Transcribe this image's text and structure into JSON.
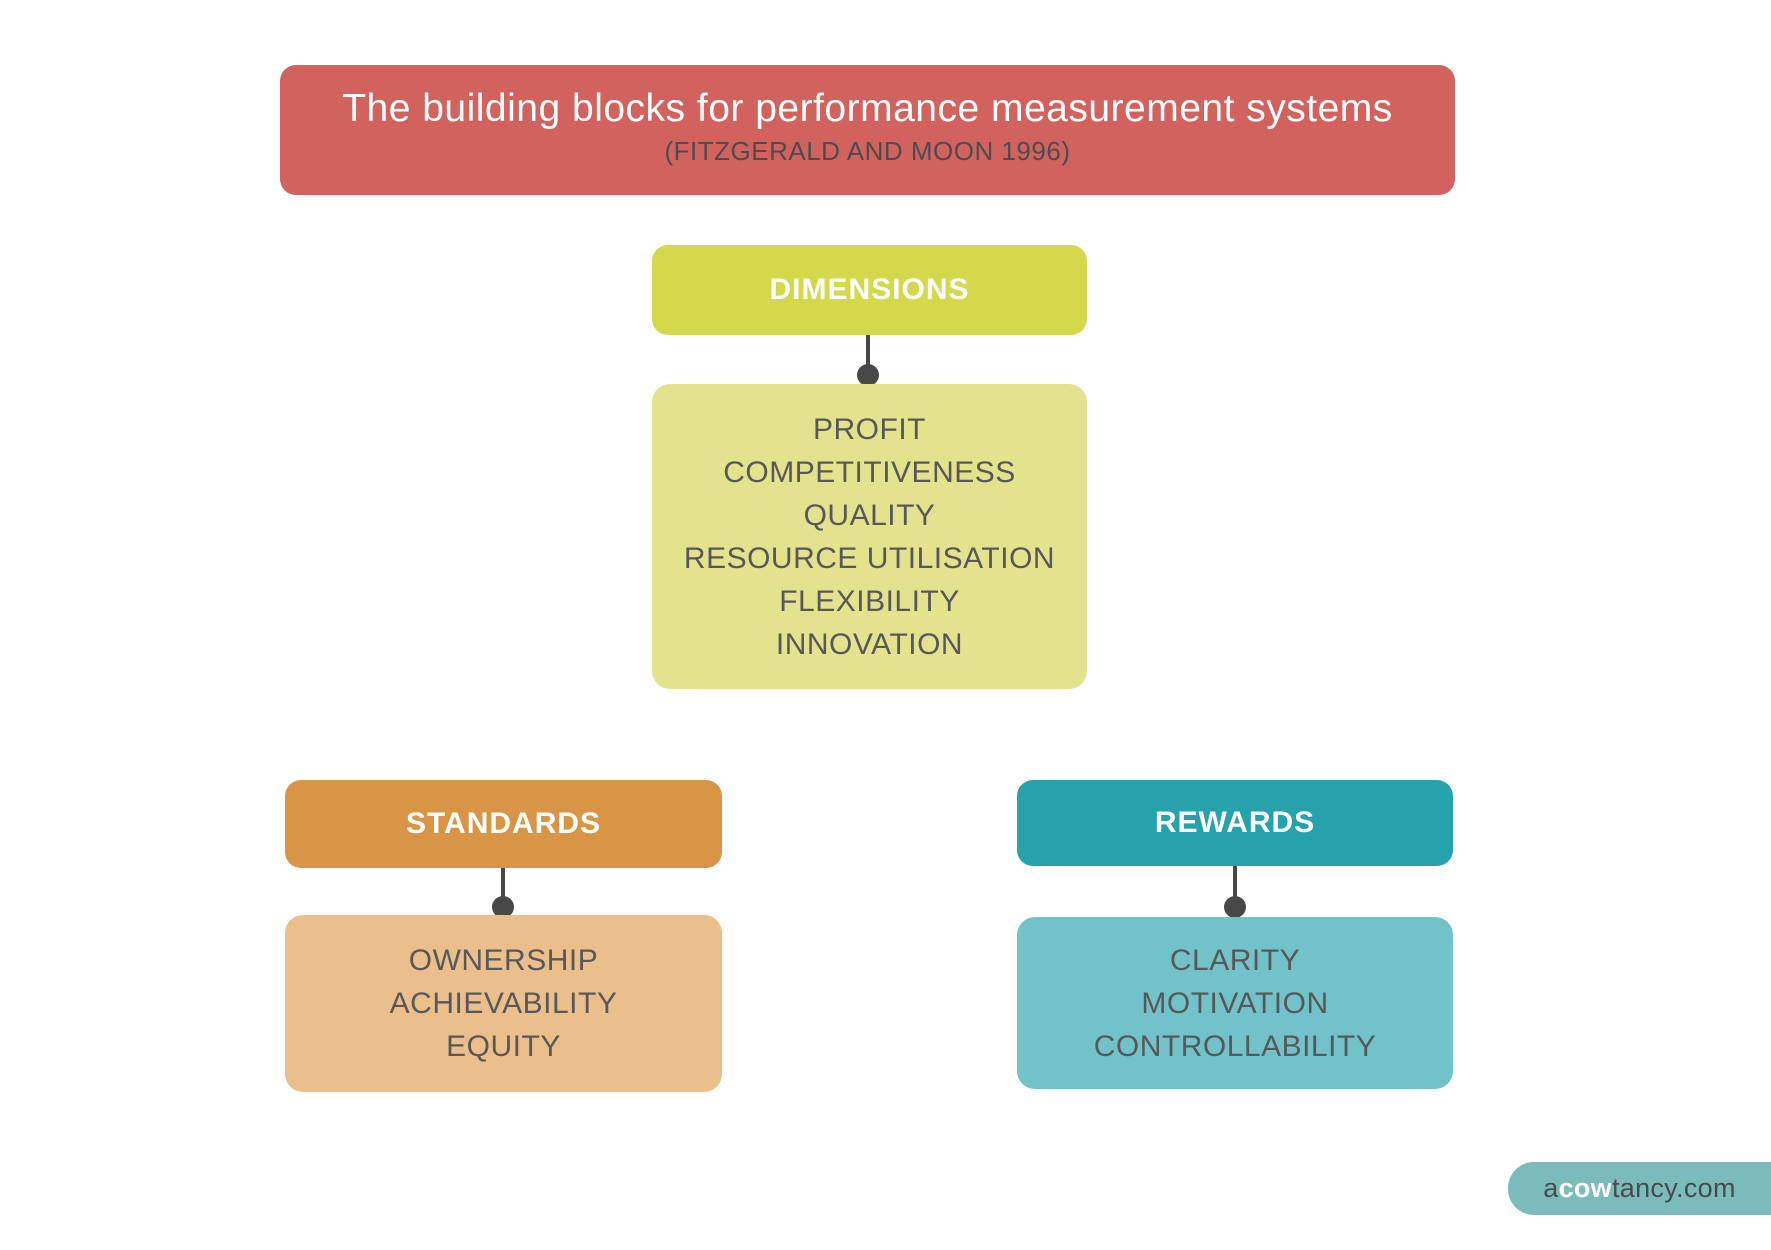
{
  "banner": {
    "title": "The building blocks for performance measurement systems",
    "subtitle": "(FITZGERALD AND MOON 1996)",
    "bg": "#d2625e"
  },
  "groups": {
    "dimensions": {
      "label": "DIMENSIONS",
      "header_bg": "#d3d94b",
      "body_bg": "#e2e38c",
      "items": [
        "PROFIT",
        "COMPETITIVENESS",
        "QUALITY",
        "RESOURCE UTILISATION",
        "FLEXIBILITY",
        "INNOVATION"
      ]
    },
    "standards": {
      "label": "STANDARDS",
      "header_bg": "#d99546",
      "body_bg": "#ebbf8c",
      "items": [
        "OWNERSHIP",
        "ACHIEVABILITY",
        "EQUITY"
      ]
    },
    "rewards": {
      "label": "REWARDS",
      "header_bg": "#25a2ac",
      "body_bg": "#72c3c9",
      "items": [
        "CLARITY",
        "MOTIVATION",
        "CONTROLLABILITY"
      ]
    }
  },
  "connector_color": "#484848",
  "logo": {
    "prefix": "a",
    "highlight": "cow",
    "suffix": "tancy.com",
    "bg": "#7abcbc"
  }
}
